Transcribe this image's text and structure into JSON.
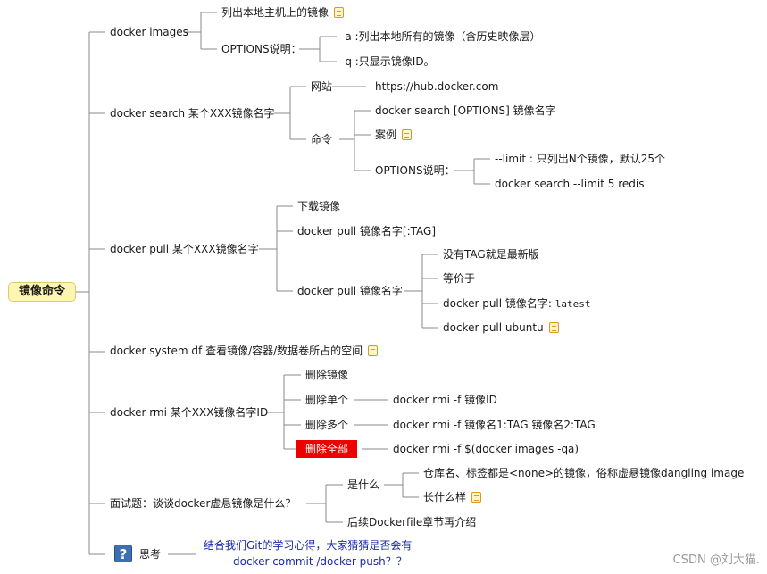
{
  "root": "镜像命令",
  "images": {
    "label": "docker images",
    "desc": "列出本地主机上的镜像",
    "options_label": "OPTIONS说明：",
    "opt_a": "-a :列出本地所有的镜像（含历史映像层）",
    "opt_q": "-q :只显示镜像ID。"
  },
  "search": {
    "label": "docker search 某个XXX镜像名字",
    "site_label": "网站",
    "site_url": "https://hub.docker.com",
    "cmd_label": "命令",
    "cmd_syntax": "docker search [OPTIONS] 镜像名字",
    "example_label": "案例",
    "options_label": "OPTIONS说明：",
    "limit_desc": "--limit : 只列出N个镜像，默认25个",
    "limit_example": "docker search --limit 5 redis"
  },
  "pull": {
    "label": "docker pull 某个XXX镜像名字",
    "download": "下载镜像",
    "with_tag": "docker pull 镜像名字[:TAG]",
    "no_tag": "docker pull 镜像名字",
    "no_tag_latest": "没有TAG就是最新版",
    "equals": "等价于",
    "latest_prefix": "docker pull 镜像名字: ",
    "latest_tag": "latest",
    "ubuntu": "docker pull ubuntu"
  },
  "system_df": {
    "label": "docker system df 查看镜像/容器/数据卷所占的空间"
  },
  "rmi": {
    "label": "docker rmi 某个XXX镜像名字ID",
    "delete": "删除镜像",
    "single_label": "删除单个",
    "single_cmd": "docker rmi  -f 镜像ID",
    "multi_label": "删除多个",
    "multi_cmd": "docker rmi -f 镜像名1:TAG 镜像名2:TAG",
    "all_label": "删除全部",
    "all_cmd": "docker rmi -f $(docker images -qa)"
  },
  "dangling": {
    "label": "面试题：谈谈docker虚悬镜像是什么？",
    "what_label": "是什么",
    "what_desc_prefix": "仓库名、标签都是<none>的镜像，俗称虚悬镜像",
    "what_desc_term": "dangling image",
    "look_label": "长什么样",
    "later": "后续Dockerfile章节再介绍"
  },
  "think": {
    "label": "思考",
    "line1": "结合我们Git的学习心得，大家猜猜是否会有",
    "line2": "docker commit /docker push？？"
  },
  "watermark": "CSDN @刘大猫.",
  "colors": {
    "line": "#7f7f7f",
    "root_bg": "#fdf6b2",
    "highlight": "#ee0000",
    "link": "#1a2aa6"
  }
}
